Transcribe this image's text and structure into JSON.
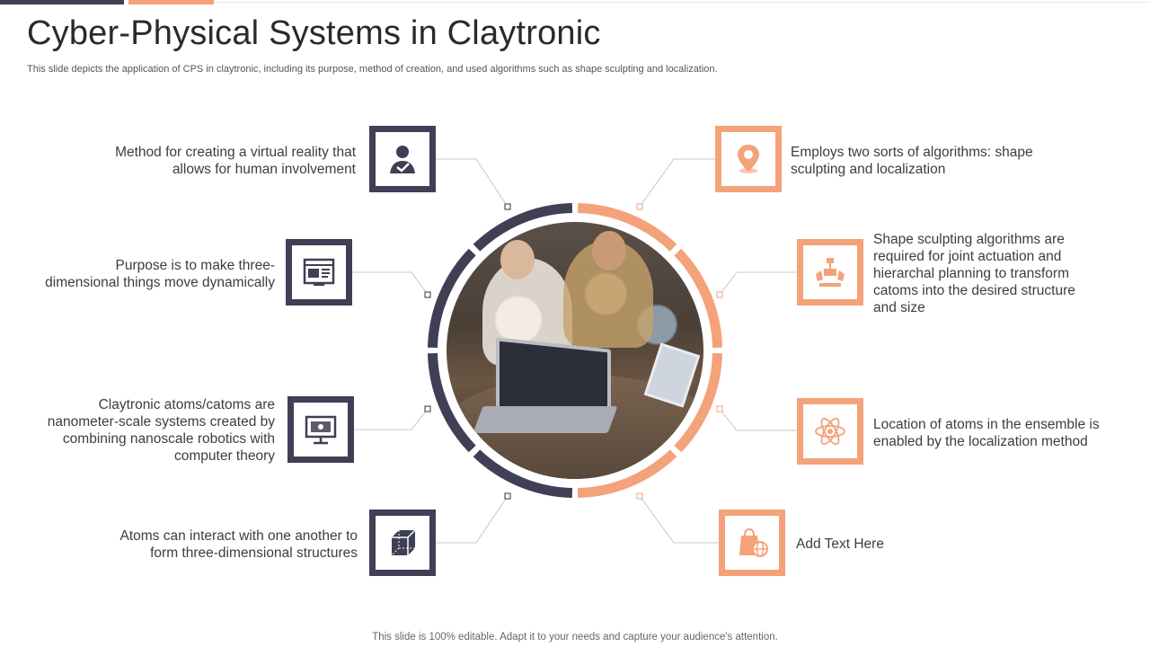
{
  "title": "Cyber-Physical Systems in Claytronic",
  "subtitle": "This slide depicts the application of CPS in claytronic, including its purpose, method of creation, and used algorithms such as shape sculpting and localization.",
  "footer": "This slide is 100% editable. Adapt it to your needs and capture your audience's attention.",
  "colors": {
    "dark": "#3f3f55",
    "orange": "#f4a279",
    "connector": "#c8c8c8"
  },
  "left_items": [
    {
      "icon": "person-check-icon",
      "lines": [
        "Method for creating a virtual reality that",
        "allows for human involvement"
      ]
    },
    {
      "icon": "browser-window-icon",
      "lines": [
        "Purpose is to make three-",
        "dimensional things move dynamically"
      ]
    },
    {
      "icon": "monitor-icon",
      "lines": [
        "Claytronic atoms/catoms are",
        "nanometer-scale systems created by",
        "combining nanoscale robotics with",
        "computer theory"
      ]
    },
    {
      "icon": "cube-icon",
      "lines": [
        "Atoms can interact with one another to",
        "form three-dimensional structures"
      ]
    }
  ],
  "right_items": [
    {
      "icon": "location-pin-icon",
      "lines": [
        "Employs two sorts of algorithms: shape",
        "sculpting and localization"
      ]
    },
    {
      "icon": "robotic-arm-icon",
      "lines": [
        "Shape sculpting algorithms are",
        "required for joint actuation and",
        "hierarchal planning to transform",
        "catoms into the desired structure",
        "and size"
      ]
    },
    {
      "icon": "atom-icon",
      "lines": [
        "Location of atoms in the ensemble is",
        "enabled by the localization method"
      ]
    },
    {
      "icon": "shopping-globe-icon",
      "lines": [
        "Add Text Here"
      ]
    }
  ]
}
